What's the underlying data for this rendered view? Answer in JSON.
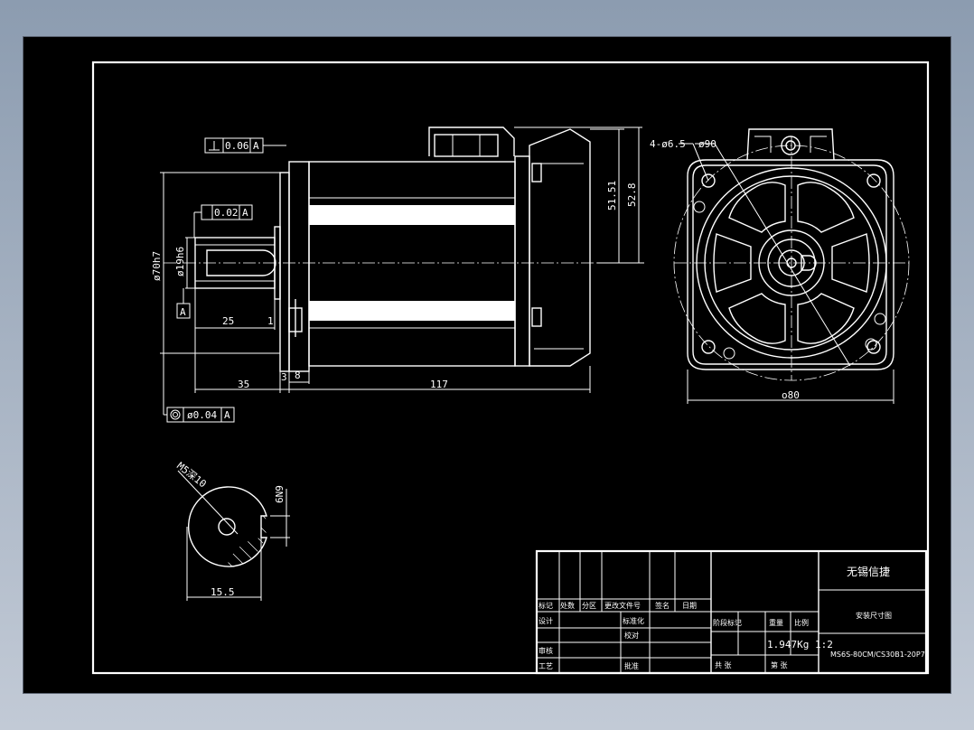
{
  "dimensions": {
    "perp_tol": "0.06",
    "perp_datum": "A",
    "runout_tol": "0.02",
    "runout_datum": "A",
    "dia_70": "ø70h7",
    "dia_19": "ø19h6",
    "datum_a": "A",
    "len_25": "25",
    "len_1": "1",
    "len_35": "35",
    "len_3": "3",
    "len_8": "8",
    "len_117": "117",
    "height_5151": "51.51",
    "height_528": "52.8",
    "conc_tol": "ø0.04",
    "conc_datum": "A",
    "holes": "4-ø6.5",
    "pcd": "ø90",
    "flange": "o80",
    "thread": "M5深10",
    "key": "6N9",
    "keyway": "15.5"
  },
  "title_block": {
    "company": "无锡信捷",
    "drawing_name": "安装尺寸图",
    "model": "MS6S-80CM/CS30B1-20P7",
    "mass_scale": "1.947Kg 1:2",
    "h_mark": "标记",
    "h_count": "处数",
    "h_zone": "分区",
    "h_doc": "更改文件号",
    "h_sign": "签名",
    "h_date": "日期",
    "r_design": "设计",
    "r_standard": "标准化",
    "r_check": "校对",
    "r_review": "审核",
    "r_process": "工艺",
    "r_approve": "批准",
    "stage": "阶段标记",
    "weight": "重量",
    "scale": "比例",
    "sheets": "共 张",
    "sheet_no": "第 张"
  }
}
